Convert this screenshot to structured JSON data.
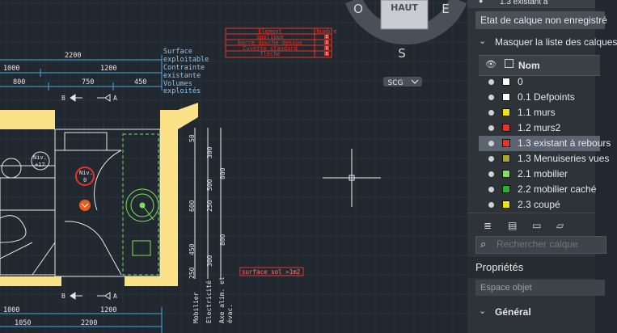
{
  "viewcube": {
    "top_label": "HAUT",
    "west": "O",
    "east": "E",
    "south": "S",
    "menu_label": "SCG"
  },
  "drawing": {
    "legend_headers": [
      "Elément",
      "Nombre"
    ],
    "legend_rows": [
      {
        "label": "applique",
        "count": "2"
      },
      {
        "label": "barre douche dessus",
        "count": "1"
      },
      {
        "label": "Cuvette standard",
        "count": "1"
      },
      {
        "label": "flèche",
        "count": "5"
      }
    ],
    "top_dims": {
      "total": "2200",
      "seg1": "1000",
      "seg2": "1200"
    },
    "top_dims2": [
      "800",
      "750",
      "450"
    ],
    "bottom_dims": {
      "seg1": "1000",
      "seg2": "1200",
      "total": "1050",
      "total2": "2200"
    },
    "legend_notes": [
      "Surface",
      "exploitable",
      "Contrainte",
      "existante",
      "Volumes",
      "exploités"
    ],
    "section_marks": [
      "B",
      "A"
    ],
    "niv_labels": [
      {
        "line1": "Niv.",
        "line2": "+17"
      },
      {
        "line1": "Niv.",
        "line2": "0"
      }
    ],
    "vertical_dims": [
      "50",
      "300",
      "500",
      "800",
      "600",
      "250",
      "800",
      "450",
      "300",
      "250"
    ],
    "surface_label": "surface sol =1m2",
    "vertical_notes": [
      "Mobilier",
      "Electricité",
      "Axe alim. et",
      "évac."
    ]
  },
  "panel": {
    "top_item": "1.3 existant à",
    "layer_state": "Etat de calque non enregistré",
    "hide_list": "Masquer la liste des calques",
    "column_name": "Nom",
    "layers": [
      {
        "name": "0",
        "color": "#ffffff"
      },
      {
        "name": "0.1 Defpoints",
        "color": "#ffffff"
      },
      {
        "name": "1.1 murs",
        "color": "#f2e600"
      },
      {
        "name": "1.2 murs2",
        "color": "#e5342a"
      },
      {
        "name": "1.3 existant à rebours",
        "color": "#e5342a",
        "selected": true
      },
      {
        "name": "1.3 Menuiseries vues",
        "color": "#a7a52c"
      },
      {
        "name": "2.1 mobilier",
        "color": "#7ee05a"
      },
      {
        "name": "2.2 mobilier caché",
        "color": "#2bb02b"
      },
      {
        "name": "2.3 coupé",
        "color": "#f2e600"
      }
    ],
    "search_placeholder": "Rechercher calque",
    "properties_title": "Propriétés",
    "object_space": "Espace objet",
    "general_title": "Général"
  }
}
